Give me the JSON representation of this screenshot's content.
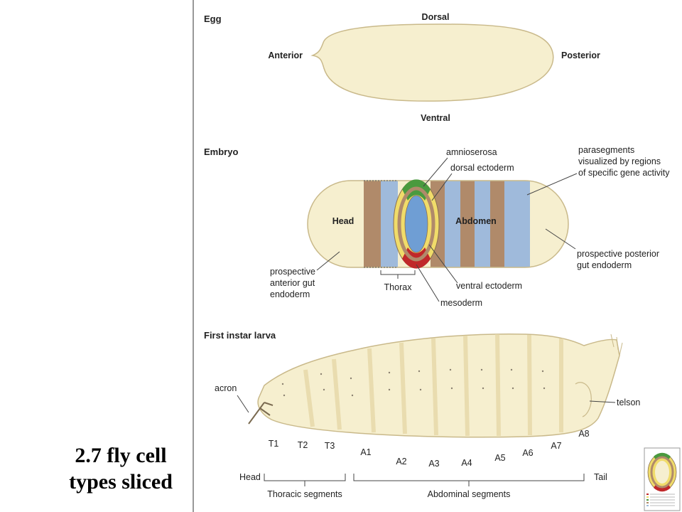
{
  "slide": {
    "title_line1": "2.7 fly cell",
    "title_line2": "types sliced"
  },
  "egg": {
    "heading": "Egg",
    "dorsal": "Dorsal",
    "ventral": "Ventral",
    "anterior": "Anterior",
    "posterior": "Posterior"
  },
  "embryo": {
    "heading": "Embryo",
    "head": "Head",
    "abdomen": "Abdomen",
    "amnioserosa": "amnioserosa",
    "dorsal_ectoderm": "dorsal ectoderm",
    "parasegments": [
      "parasegments",
      "visualized by regions",
      "of specific gene activity"
    ],
    "posterior_gut": [
      "prospective posterior",
      "gut endoderm"
    ],
    "anterior_gut": [
      "prospective",
      "anterior gut",
      "endoderm"
    ],
    "thorax": "Thorax",
    "ventral_ectoderm": "ventral ectoderm",
    "mesoderm": "mesoderm"
  },
  "larva": {
    "heading": "First instar larva",
    "acron": "acron",
    "telson": "telson",
    "segments": [
      "T1",
      "T2",
      "T3",
      "A1",
      "A2",
      "A3",
      "A4",
      "A5",
      "A6",
      "A7",
      "A8"
    ],
    "head": "Head",
    "tail": "Tail",
    "thoracic": "Thoracic segments",
    "abdominal": "Abdominal segments"
  },
  "colors": {
    "body": "#f6efcf",
    "outline": "#c9b98a",
    "blue": "#9fbadb",
    "brown": "#b08a6a",
    "green": "#4a9a3e",
    "red": "#c0282a",
    "yellow": "#f0dc6a"
  },
  "thumbnail_legend": []
}
